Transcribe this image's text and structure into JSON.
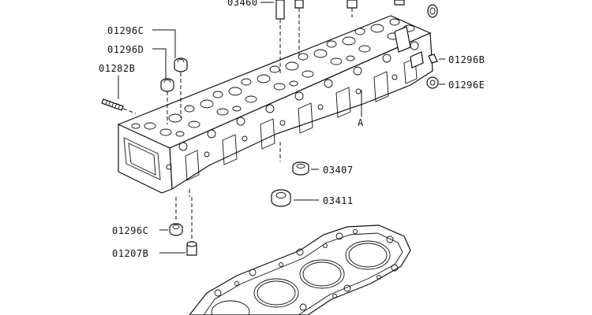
{
  "diagram": {
    "labels": {
      "top_part": "03460",
      "washer_c_upper": "01296C",
      "washer_d": "01296D",
      "stud_bolt": "01282B",
      "plug_b": "01296B",
      "plug_e": "01296E",
      "cylinder_head": "A",
      "seal_03407": "03407",
      "seal_03411": "03411",
      "washer_c_lower": "01296C",
      "bolt_01207b": "01207B"
    },
    "colors": {
      "ink": "#111111",
      "paper": "#ffffff"
    }
  }
}
